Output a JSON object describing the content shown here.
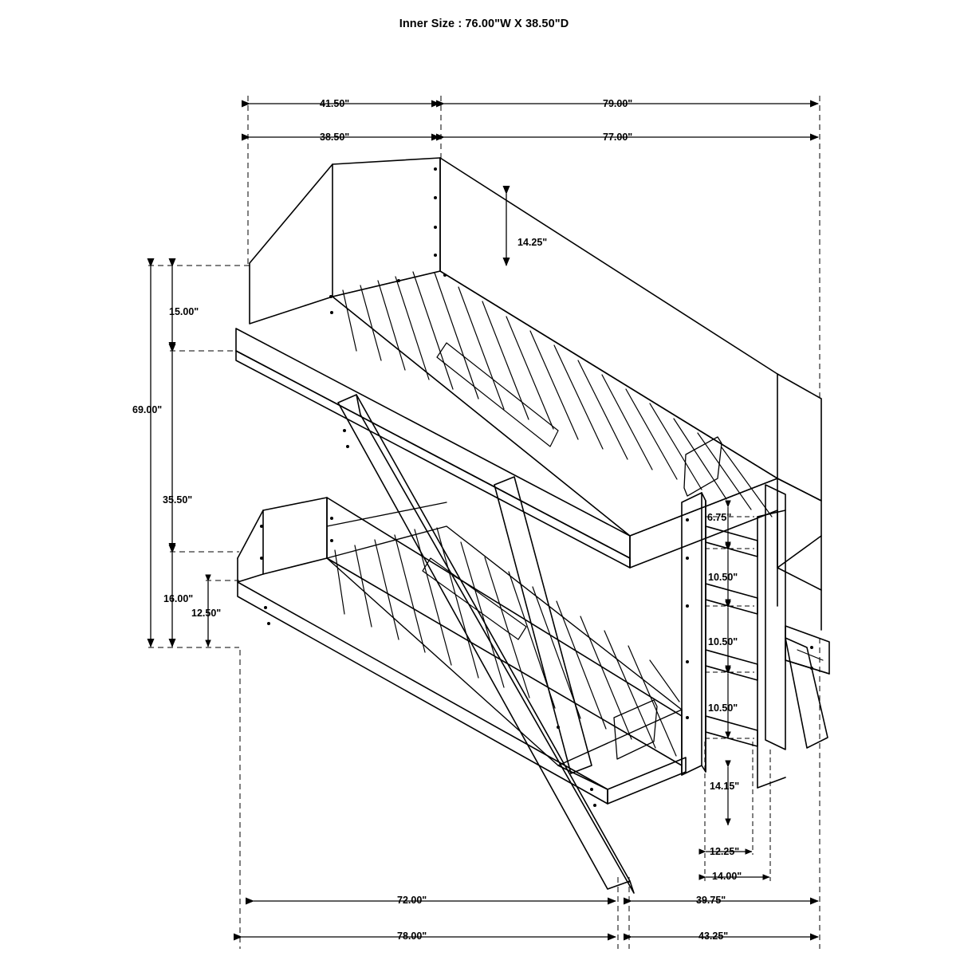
{
  "title": "Inner Size : 76.00\"W X 38.50\"D",
  "diagram": {
    "type": "technical-dimension-drawing",
    "subject": "twin-over-twin bunk bed with ladder",
    "units": "inches",
    "line_color": "#000000",
    "background": "#ffffff"
  },
  "dimensions": {
    "top_row_1": [
      {
        "name": "top-left-41-50",
        "value": "41.50\""
      },
      {
        "name": "top-right-79-00",
        "value": "79.00\""
      }
    ],
    "top_row_2": [
      {
        "name": "top-left-38-50",
        "value": "38.50\""
      },
      {
        "name": "top-right-77-00",
        "value": "77.00\""
      }
    ],
    "left_vertical": [
      {
        "name": "upper-rail-height-15-00",
        "value": "15.00\""
      },
      {
        "name": "overall-height-69-00",
        "value": "69.00\""
      },
      {
        "name": "upper-deck-height-35-50",
        "value": "35.50\""
      },
      {
        "name": "lower-rail-height-16-00",
        "value": "16.00\""
      },
      {
        "name": "lower-clearance-12-50",
        "value": "12.50\""
      }
    ],
    "interior": [
      {
        "name": "upper-bunk-clearance-14-25",
        "value": "14.25\""
      }
    ],
    "ladder": [
      {
        "name": "ladder-top-gap-6-75",
        "value": "6.75\""
      },
      {
        "name": "ladder-rung-spacing-1-10-50",
        "value": "10.50\""
      },
      {
        "name": "ladder-rung-spacing-2-10-50",
        "value": "10.50\""
      },
      {
        "name": "ladder-rung-spacing-3-10-50",
        "value": "10.50\""
      },
      {
        "name": "ladder-bottom-rung-14-15",
        "value": "14.15\""
      },
      {
        "name": "ladder-inner-width-12-25",
        "value": "12.25\""
      },
      {
        "name": "ladder-outer-width-14-00",
        "value": "14.00\""
      }
    ],
    "bottom_row_1": [
      {
        "name": "bottom-left-72-00",
        "value": "72.00\""
      },
      {
        "name": "bottom-right-39-75",
        "value": "39.75\""
      }
    ],
    "bottom_row_2": [
      {
        "name": "bottom-left-78-00",
        "value": "78.00\""
      },
      {
        "name": "bottom-right-43-25",
        "value": "43.25\""
      }
    ]
  }
}
